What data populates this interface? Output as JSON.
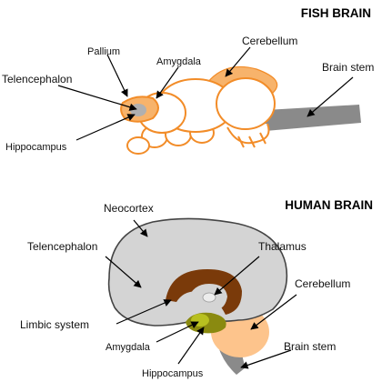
{
  "fish": {
    "title": "FISH BRAIN",
    "labels": {
      "pallium": "Pallium",
      "amygdala": "Amygdala",
      "cerebellum": "Cerebellum",
      "telencephalon": "Telencephalon",
      "brain_stem": "Brain stem",
      "hippocampus": "Hippocampus"
    }
  },
  "human": {
    "title": "HUMAN BRAIN",
    "labels": {
      "neocortex": "Neocortex",
      "telencephalon": "Telencephalon",
      "thalamus": "Thalamus",
      "cerebellum": "Cerebellum",
      "limbic_system": "Limbic system",
      "amygdala": "Amygdala",
      "brain_stem": "Brain stem",
      "hippocampus": "Hippocampus"
    }
  },
  "colors": {
    "fish_outline": "#f28c28",
    "fish_fill": "#f7b36b",
    "stem_grey": "#8a8a8a",
    "cortex_grey": "#d4d4d4",
    "cortex_outline": "#444444",
    "limbic_brown": "#7a3a0a",
    "cerebellum_peach": "#fdc48c",
    "amygdala_olive": "#8a8a10",
    "hippocampus_green": "#b8c020"
  }
}
